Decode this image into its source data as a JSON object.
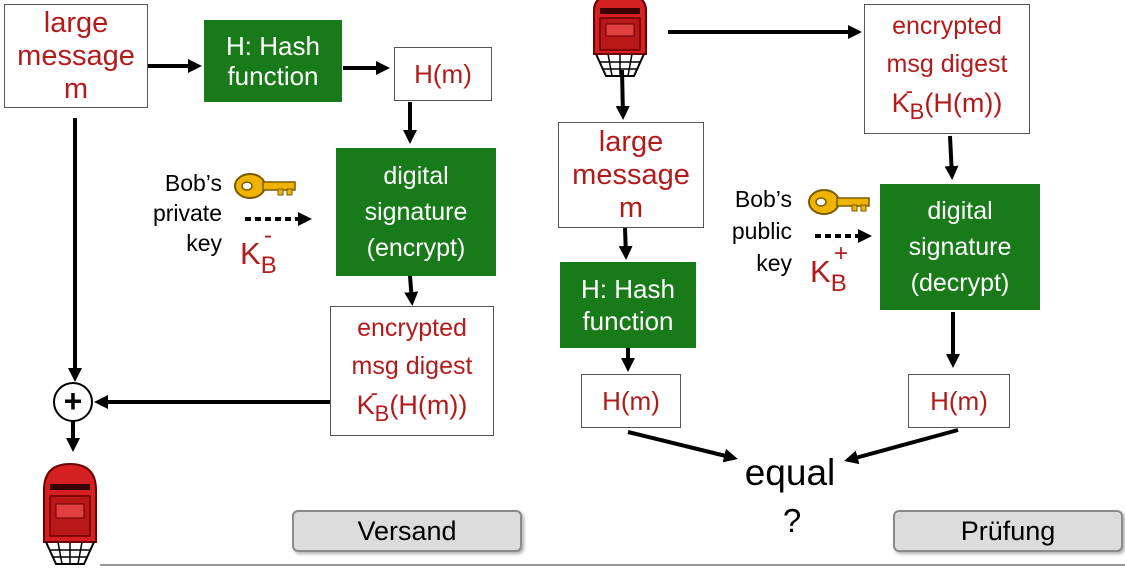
{
  "sender": {
    "message": [
      "large",
      "message",
      "m"
    ],
    "hash_function": [
      "H: Hash",
      "function"
    ],
    "hash_value": "H(m)",
    "signature": [
      "digital",
      "signature",
      "(encrypt)"
    ],
    "key_label": [
      "Bob’s",
      "private",
      "key"
    ],
    "key_symbol": "K",
    "key_sub": "B",
    "key_sup": "-",
    "encrypted_digest": [
      "encrypted",
      "msg digest"
    ],
    "encrypted_formula": {
      "pre": "K",
      "sup": "-",
      "sub": "B",
      "post": "(H(m))"
    },
    "combine_symbol": "+",
    "stage_label": "Versand"
  },
  "receiver": {
    "encrypted_digest": [
      "encrypted",
      "msg digest"
    ],
    "encrypted_formula": {
      "pre": "K",
      "sup": "-",
      "sub": "B",
      "post": "(H(m))"
    },
    "message": [
      "large",
      "message",
      "m"
    ],
    "hash_function": [
      "H: Hash",
      "function"
    ],
    "signature": [
      "digital",
      "signature",
      "(decrypt)"
    ],
    "key_label": [
      "Bob’s",
      "public",
      "key"
    ],
    "key_symbol": "K",
    "key_sub": "B",
    "key_sup": "+",
    "hash_value_left": "H(m)",
    "hash_value_right": "H(m)",
    "equal_label": "equal",
    "question": "?",
    "stage_label": "Prüfung"
  },
  "colors": {
    "green": "#187a18",
    "red_text": "#b31b1b",
    "key_gold": "#f0b400",
    "mailbox_red": "#d42020"
  },
  "icons": [
    "key-icon",
    "mailbox-icon"
  ]
}
